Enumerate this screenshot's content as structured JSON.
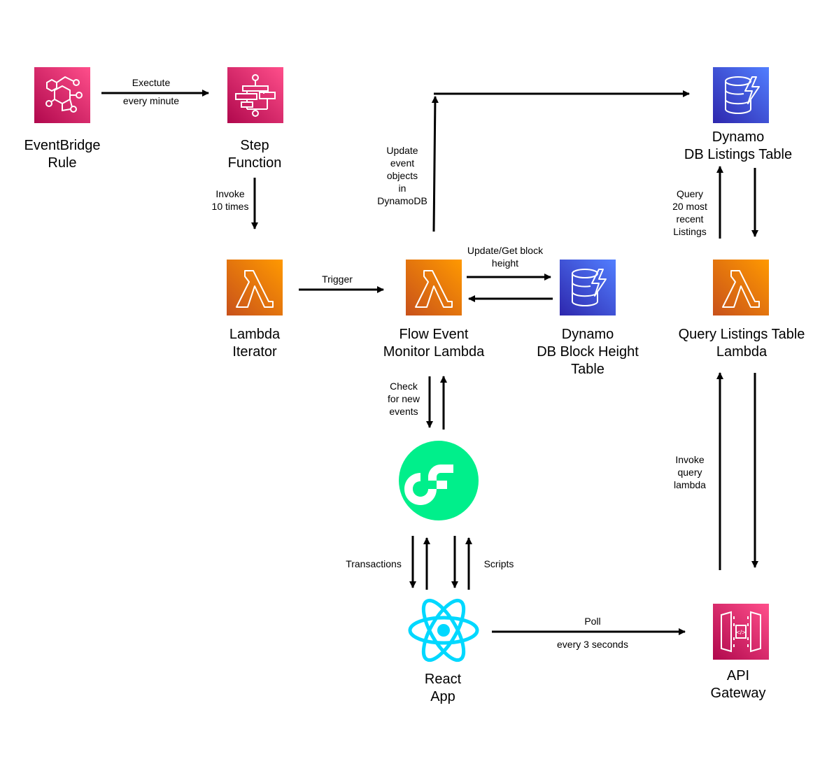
{
  "nodes": {
    "eventbridge": {
      "label": "EventBridge\nRule",
      "icon": "eventbridge-icon",
      "color": "#E7157B"
    },
    "step_function": {
      "label": "Step\nFunction",
      "icon": "step-functions-icon",
      "color": "#E7157B"
    },
    "lambda_iterator": {
      "label": "Lambda\nIterator",
      "icon": "lambda-icon",
      "color": "#ED7100"
    },
    "flow_monitor": {
      "label": "Flow Event\nMonitor Lambda",
      "icon": "lambda-icon",
      "color": "#ED7100"
    },
    "block_height_table": {
      "label": "Dynamo\nDB Block Height\nTable",
      "icon": "dynamodb-icon",
      "color": "#3B48CC"
    },
    "listings_table": {
      "label": "Dynamo\nDB Listings Table",
      "icon": "dynamodb-icon",
      "color": "#3B48CC"
    },
    "query_lambda": {
      "label": "Query Listings Table\nLambda",
      "icon": "lambda-icon",
      "color": "#ED7100"
    },
    "flow_blockchain": {
      "label": "",
      "icon": "flow-logo-icon",
      "color": "#00EF8B"
    },
    "react_app": {
      "label": "React\nApp",
      "icon": "react-logo-icon",
      "color": "#00D8FF"
    },
    "api_gateway": {
      "label": "API\nGateway",
      "icon": "api-gateway-icon",
      "color": "#E7157B"
    }
  },
  "edges": {
    "execute": {
      "label": "Exectute",
      "sublabel": "every minute"
    },
    "invoke": {
      "label": "Invoke\n10 times"
    },
    "trigger": {
      "label": "Trigger"
    },
    "update_get": {
      "label": "Update/Get block\nheight"
    },
    "update_events": {
      "label": "Update\nevent\nobjects\nin\nDynamoDB"
    },
    "query_recent": {
      "label": "Query\n20 most\nrecent\nListings"
    },
    "check_events": {
      "label": "Check\nfor new\nevents"
    },
    "transactions": {
      "label": "Transactions"
    },
    "scripts": {
      "label": "Scripts"
    },
    "invoke_query": {
      "label": "Invoke\nquery\nlambda"
    },
    "poll": {
      "label": "Poll",
      "sublabel": "every 3 seconds"
    }
  }
}
